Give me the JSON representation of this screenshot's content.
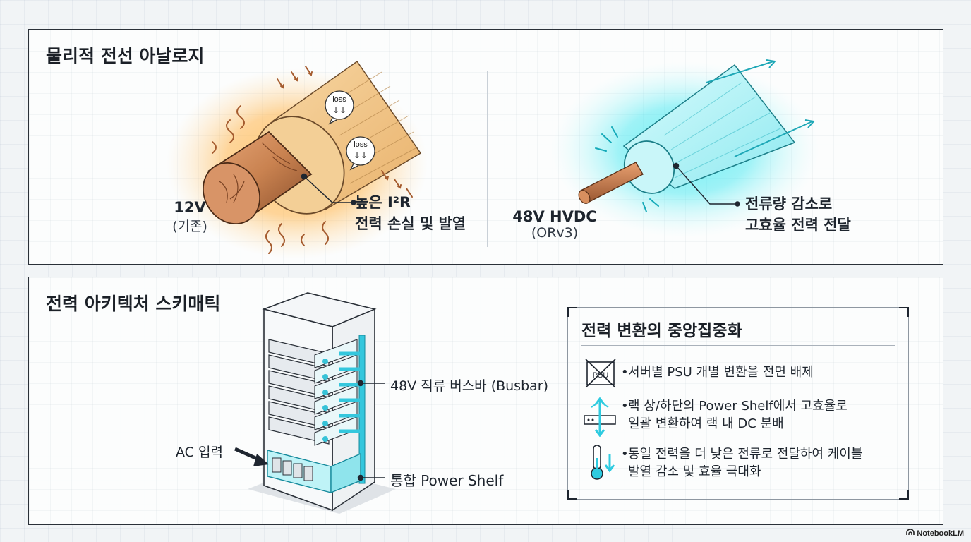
{
  "top": {
    "title": "물리적 전선 아날로지",
    "left_cable": {
      "voltage": "12V",
      "voltage_note": "(기존)",
      "loss_badge_1": "loss",
      "loss_badge_2": "loss",
      "callout_line1": "높은 I²R",
      "callout_line2": "전력 손실 및 발열"
    },
    "right_cable": {
      "voltage": "48V HVDC",
      "voltage_note": "(ORv3)",
      "callout_line1": "전류량 감소로",
      "callout_line2": "고효율 전력 전달"
    }
  },
  "bottom": {
    "title": "전력 아키텍처 스키매틱",
    "busbar_label": "48V 직류 버스바 (Busbar)",
    "ac_label": "AC 입력",
    "shelf_label": "통합 Power Shelf",
    "callout": {
      "title": "전력 변환의 중앙집중화",
      "items": [
        {
          "icon": "psu-crossed-icon",
          "lines": [
            "서버별 PSU 개별 변환을 전면 배제"
          ]
        },
        {
          "icon": "power-shelf-arrows-icon",
          "lines": [
            "랙 상/하단의 Power Shelf에서 고효율로",
            "일괄 변환하여 랙 내 DC 분배"
          ]
        },
        {
          "icon": "thermometer-down-icon",
          "lines": [
            "동일 전력을 더 낮은 전류로 전달하여 케이블",
            "발열 감소 및 효율 극대화"
          ]
        }
      ],
      "psu_icon_text": "PSU"
    }
  },
  "brand": "NotebookLM",
  "colors": {
    "copper": "#c98250",
    "heat_glow": "#ffb347",
    "cool_glow": "#2ee6ef",
    "busbar": "#34c7dd",
    "ink": "#1f2630"
  }
}
